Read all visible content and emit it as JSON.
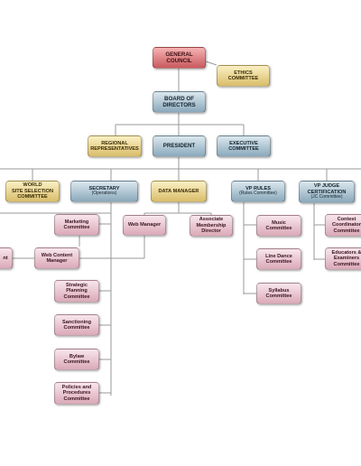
{
  "boxes": {
    "general_council": "GENERAL\nCOUNCIL",
    "ethics": "ETHICS\nCOMMITTEE",
    "board": "BOARD OF\nDIRECTORS",
    "regional": "REGIONAL\nREPRESENTATIVES",
    "president": "PRESIDENT",
    "executive": "EXECUTIVE\nCOMMITTEE",
    "world_site": "WORLD\nSITE SELECTION\nCOMMITTEE",
    "secretary": "SECRETARY",
    "secretary_sub": "(Operations)",
    "data_manager": "DATA MANAGER",
    "vp_rules": "VP RULES",
    "vp_rules_sub": "(Rules Committee)",
    "vp_judge": "VP JUDGE\nCERTIFICATION",
    "vp_judge_sub": "(JC Committee)",
    "marketing": "Marketing\nCommittee",
    "web_manager": "Web Manager",
    "associate": "Associate\nMembership\nDirector",
    "music": "Music\nCommittee",
    "contest": "Contest\nCoordinator\nCommittee",
    "left_cut": "nt",
    "web_content": "Web Content\nManager",
    "line_dance": "Line Dance\nCommittee",
    "educators": "Educators &\nExaminers\nCommittee",
    "strategic": "Strategic\nPlanning\nCommittee",
    "syllabus": "Syllabus\nCommittee",
    "sanctioning": "Sanctioning\nCommittee",
    "bylaw": "Bylaw\nCommittee",
    "policies": "Policies and\nProcedures\nCommittee"
  }
}
